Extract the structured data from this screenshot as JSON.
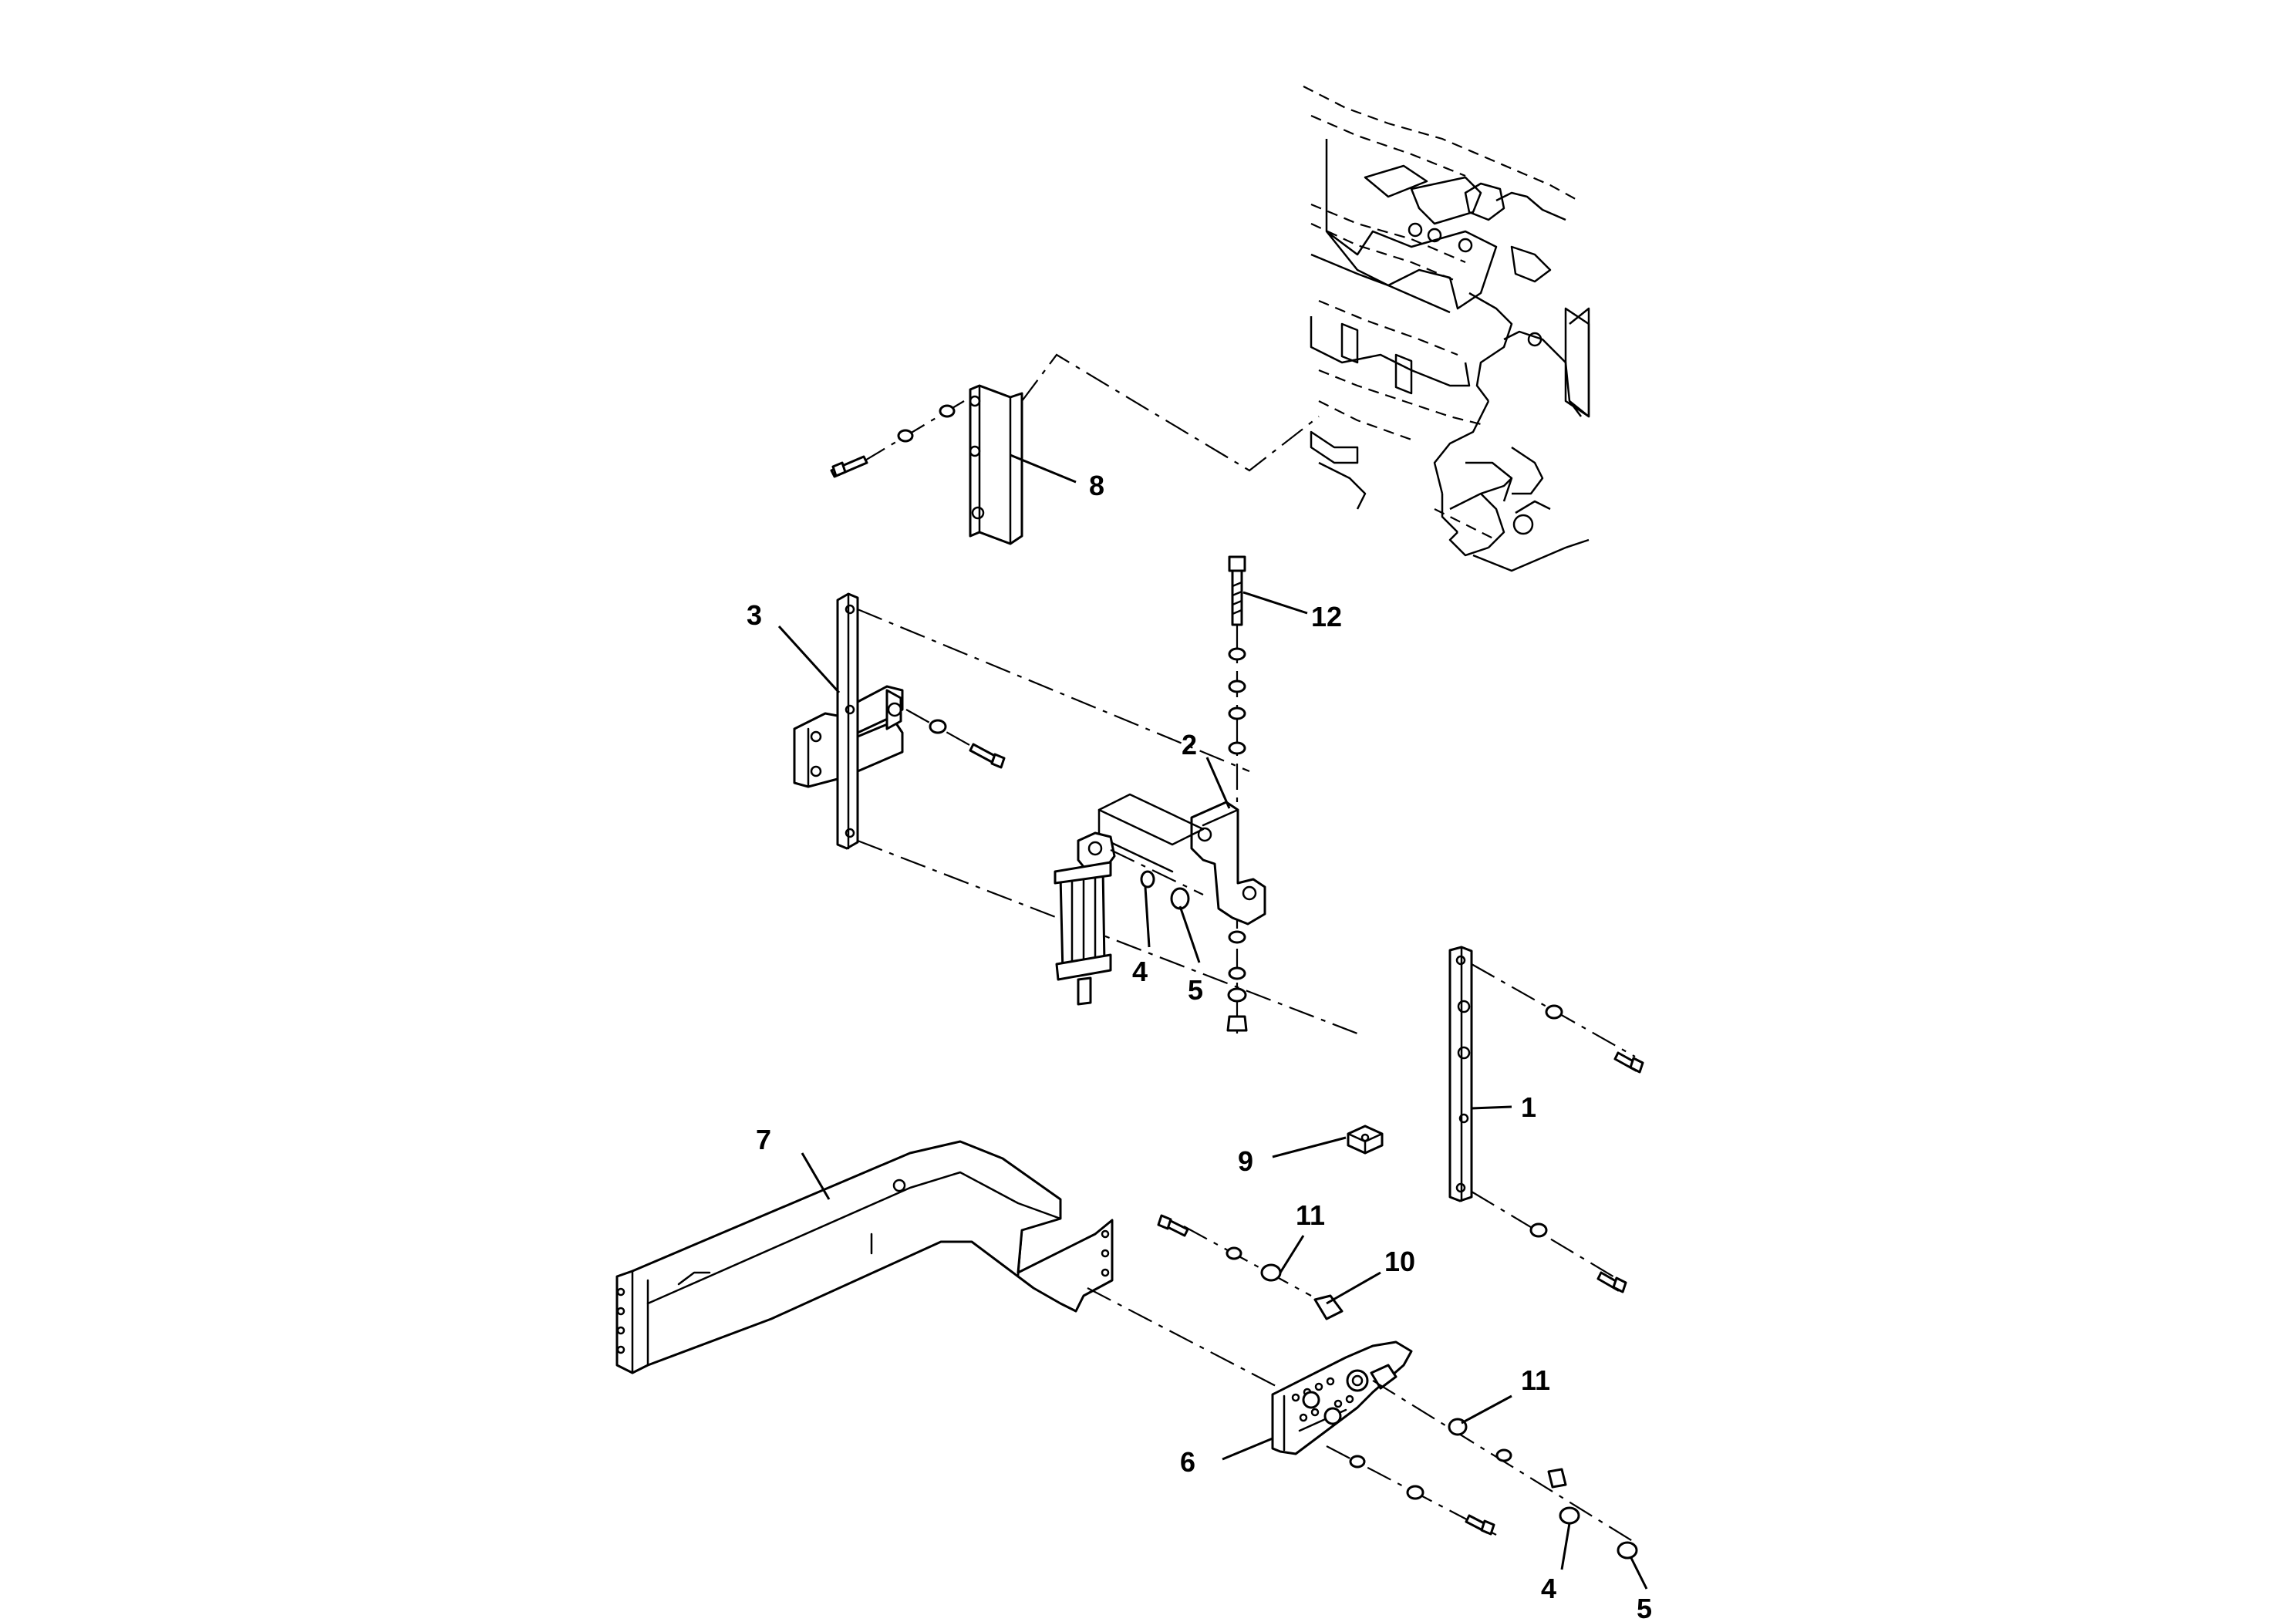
{
  "callouts": [
    {
      "id": "1",
      "label": "1"
    },
    {
      "id": "2",
      "label": "2"
    },
    {
      "id": "3",
      "label": "3"
    },
    {
      "id": "4a",
      "label": "4"
    },
    {
      "id": "4b",
      "label": "4"
    },
    {
      "id": "5a",
      "label": "5"
    },
    {
      "id": "5b",
      "label": "5"
    },
    {
      "id": "6",
      "label": "6"
    },
    {
      "id": "7",
      "label": "7"
    },
    {
      "id": "8",
      "label": "8"
    },
    {
      "id": "9",
      "label": "9"
    },
    {
      "id": "10",
      "label": "10"
    },
    {
      "id": "11a",
      "label": "11"
    },
    {
      "id": "11b",
      "label": "11"
    },
    {
      "id": "12",
      "label": "12"
    }
  ]
}
